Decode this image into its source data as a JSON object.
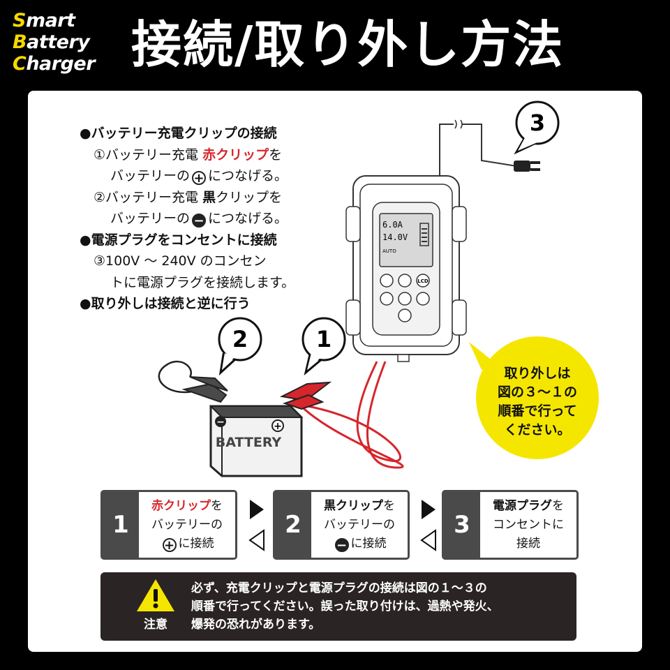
{
  "brand": {
    "line1_cap": "S",
    "line1_rest": "mart",
    "line2_cap": "B",
    "line2_rest": "attery",
    "line3_cap": "C",
    "line3_rest": "harger"
  },
  "title": "接続/取り外し方法",
  "instructions": {
    "clip_heading": "●バッテリー充電クリップの接続",
    "step1_prefix": "①バッテリー充電 ",
    "step1_red": "赤クリップ",
    "step1_suffix": "を",
    "step1_line2_a": "バッテリーの",
    "step1_plus": "+",
    "step1_line2_b": "につなげる。",
    "step2_prefix": "②バッテリー充電 ",
    "step2_black": "黒",
    "step2_suffix": "クリップを",
    "step2_line2_a": "バッテリーの",
    "step2_minus": "−",
    "step2_line2_b": "につなげる。",
    "plug_heading": "●電源プラグをコンセントに接続",
    "step3_line1": "③100V ～ 240V のコンセン",
    "step3_line2": "トに電源プラグを接続します。",
    "remove_heading": "●取り外しは接続と逆に行う"
  },
  "callouts": {
    "c1": "1",
    "c2": "2",
    "c3": "3"
  },
  "battery": {
    "label": "BATTERY",
    "minus": "−",
    "plus": "+"
  },
  "device": {
    "amps": "6.0A",
    "volts": "14.0V",
    "mode": "AUTO",
    "lcd_label": "LCD"
  },
  "bubble": {
    "line1": "取り外しは",
    "line2": "図の３～１の",
    "line3": "順番で行って",
    "line4": "ください。"
  },
  "steps": [
    {
      "num": "1",
      "l1_bold": "赤クリップ",
      "l1_rest": "を",
      "l2": "バッテリーの",
      "symbol": "+",
      "l3": "に接続"
    },
    {
      "num": "2",
      "l1_bold": "黒クリップ",
      "l1_rest": "を",
      "l2": "バッテリーの",
      "symbol": "−",
      "l3": "に接続"
    },
    {
      "num": "3",
      "l1_bold": "電源プラグ",
      "l1_rest": "を",
      "l2": "コンセントに",
      "l3": "接続"
    }
  ],
  "warning": {
    "label": "注意",
    "line1": "必ず、充電クリップと電源プラグの接続は図の１～３の",
    "line2": "順番で行ってください。誤った取り付けは、過熱や発火、",
    "line3": "爆発の恐れがあります。"
  },
  "colors": {
    "accent_red": "#d6262b",
    "yellow": "#f5e600",
    "dark": "#4a4a4a",
    "warning_bg": "#2b2424"
  }
}
